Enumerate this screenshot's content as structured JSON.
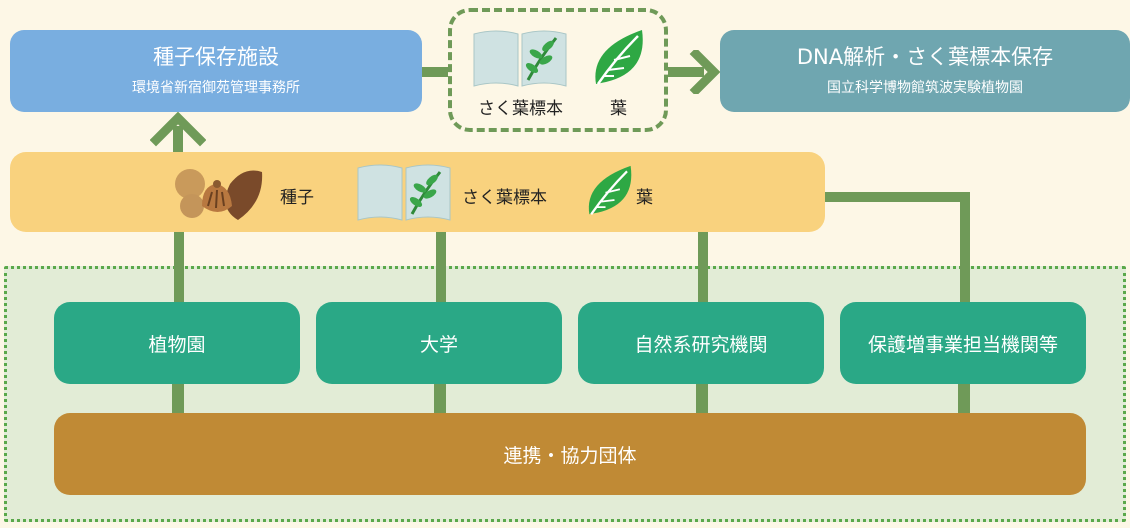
{
  "top_left": {
    "title": "種子保存施設",
    "subtitle": "環境省新宿御苑管理事務所"
  },
  "top_right": {
    "title": "DNA解析・さく葉標本保存",
    "subtitle": "国立科学博物館筑波実験植物園"
  },
  "transfer_box": {
    "specimen_label": "さく葉標本",
    "leaf_label": "葉"
  },
  "collection_bar": {
    "seed_label": "種子",
    "specimen_label": "さく葉標本",
    "leaf_label": "葉"
  },
  "organizations": [
    {
      "label": "植物園"
    },
    {
      "label": "大学"
    },
    {
      "label": "自然系研究機関"
    },
    {
      "label": "保護増事業担当機関等"
    }
  ],
  "cooperation_bar": {
    "label": "連携・協力団体"
  },
  "colors": {
    "top_left_box": "#79aee0",
    "top_right_box": "#6fa6b0",
    "seed_bar": "#f9d27e",
    "org_box": "#2aa886",
    "cooperation_bar": "#c08a35",
    "connector": "#6f9a58"
  },
  "icons": [
    "seeds-icon",
    "specimen-book-icon",
    "leaf-icon",
    "arrow-up-icon",
    "arrow-right-icon"
  ]
}
